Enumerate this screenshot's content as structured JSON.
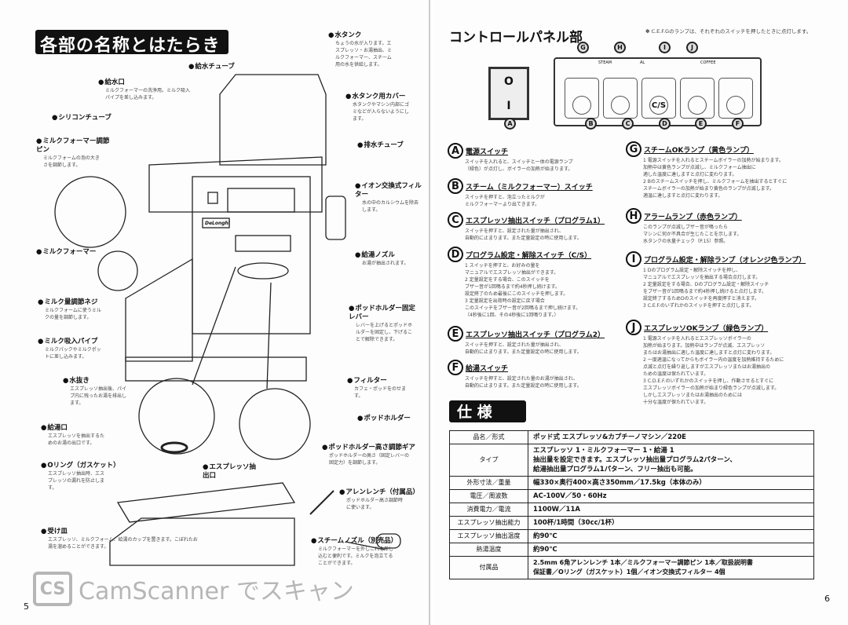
{
  "left": {
    "title": "各部の名称とはたらき",
    "page_number": "5",
    "labels": [
      {
        "name": "水タンク",
        "desc": "ちょうの水が入ります。エスプレッソ・お湯抽出、ミルクフォーマー、スチーム用の水を供給します。"
      },
      {
        "name": "給水チューブ",
        "desc": ""
      },
      {
        "name": "給水口",
        "desc": "ミルクフォーマーの洗浄用。ミルク吸入パイプを差し込みます。"
      },
      {
        "name": "シリコンチューブ",
        "desc": ""
      },
      {
        "name": "ミルクフォーマー調節ピン",
        "desc": "ミルクフォームの泡の大きさを調節します。"
      },
      {
        "name": "ミルクフォーマー",
        "desc": ""
      },
      {
        "name": "ミルク量調節ネジ",
        "desc": "ミルクフォームに使うミルクの量を調節します。"
      },
      {
        "name": "ミルク吸入パイプ",
        "desc": "ミルクパックやミルクポットに差し込みます。"
      },
      {
        "name": "水抜き",
        "desc": "エスプレッソ抽出後、パイプ内に残ったお湯を排出します。"
      },
      {
        "name": "給湯口",
        "desc": "エスプレッソを抽出するためのお湯の出口です。"
      },
      {
        "name": "Oリング（ガスケット）",
        "desc": "エスプレッソ抽出時、エスプレッソの漏れを防止します。"
      },
      {
        "name": "受け皿",
        "desc": "エスプレッソ、ミルクフォーム、給湯のカップを置きます。こぼれたお湯を溜めることができます。"
      },
      {
        "name": "水タンク用カバー",
        "desc": "水タンクやマシン内部にゴミなどが入らないようにします。"
      },
      {
        "name": "排水チューブ",
        "desc": ""
      },
      {
        "name": "イオン交換式フィルター",
        "desc": "水の中のカルシウムを除去します。"
      },
      {
        "name": "給湯ノズル",
        "desc": "お湯が抽出されます。"
      },
      {
        "name": "ポッドホルダー固定レバー",
        "desc": "レバーを上げるとポッドホルダーを固定し、下げることで解除できます。"
      },
      {
        "name": "フィルター",
        "desc": "カフェ・ポッドをのせます。"
      },
      {
        "name": "ポッドホルダー",
        "desc": ""
      },
      {
        "name": "ポッドホルダー高さ調節ギア",
        "desc": "ポッドホルダーの高さ（固定レバーの固定力）を調節します。"
      },
      {
        "name": "エスプレッソ抽出口",
        "desc": ""
      },
      {
        "name": "アレンレンチ（付属品）",
        "desc": "ポッドホルダー高さ調節時に使います。"
      },
      {
        "name": "スチームノズル（別売品）",
        "desc": "ミルクフォーマーを外しこれを差し込むと便利です。ミルクを泡立てることができます。"
      }
    ],
    "brand_plate": "DeLonghi",
    "watermark": {
      "logo": "CS",
      "text": "CamScanner でスキャン"
    }
  },
  "right": {
    "title": "コントロールパネル部",
    "note": "✽ C.E.F.Gのランプは、それぞれのスイッチを押したときに点灯します。",
    "page_number": "6",
    "switch": {
      "off": "O",
      "on": "I"
    },
    "panel_labels": {
      "steam": "STEAM",
      "al": "AL",
      "coffee": "COFFEE",
      "cs": "C/S"
    },
    "callouts": [
      "A",
      "B",
      "C",
      "D",
      "E",
      "F",
      "G",
      "H",
      "I",
      "J"
    ],
    "sections_left": [
      {
        "letter": "A",
        "title": "電源スイッチ",
        "body": "スイッチを入れると、スイッチと一体の電源ランプ\n（緑色）が点灯し、ボイラーの加熱が始まります。"
      },
      {
        "letter": "B",
        "title": "スチーム（ミルクフォーマー）スイッチ",
        "body": "スイッチを押すと、泡立ったミルクが\nミルクフォーマーより出てきます。"
      },
      {
        "letter": "C",
        "title": "エスプレッソ抽出スイッチ（プログラム1）",
        "body": "スイッチを押すと、設定された量が抽出され、\n自動的に止まります。また定量設定の時に使用します。"
      },
      {
        "letter": "D",
        "title": "プログラム設定・解除スイッチ（C/S）",
        "body": "1 スイッチを押すと、お好みの量を\n  マニュアルでエスプレッソ抽出ができます。\n2 定量設定をする場合、このスイッチを\n  ブザー音が1回鳴るまで約4秒押し続けます。\n  設定終了のため最後にこのスイッチを押します。\n3 定量設定を出荷時の設定に戻す場合\n  このスイッチをブザー音が2回鳴るまで押し続けます。\n  （4秒後に1回、その4秒後に1回鳴ります。）"
      },
      {
        "letter": "E",
        "title": "エスプレッソ抽出スイッチ（プログラム2）",
        "body": "スイッチを押すと、設定された量が抽出され、\n自動的に止まります。また定量設定の時に使用します。"
      },
      {
        "letter": "F",
        "title": "給湯スイッチ",
        "body": "スイッチを押すと、設定された量のお湯が抽出され、\n自動的に止まります。また定量設定の時に使用します。"
      }
    ],
    "sections_right": [
      {
        "letter": "G",
        "title": "スチームOKランプ（黄色ランプ）",
        "body": "1 電源スイッチを入れるとスチームボイラーの加熱が始まります。\n  加熱中は黄色ランプが点滅し、ミルクフォーム抽出に\n  適した温度に達しますと点灯に変わります。\n2 Bのスチームスイッチを押し、ミルクフォームを抽出するとすぐに\n  スチームボイラーの加熱が始まり黄色のランプが点滅します。\n  適温に達しますと点灯に変わります。"
      },
      {
        "letter": "H",
        "title": "アラームランプ（赤色ランプ）",
        "body": "このランプが点滅しブザー音が鳴ったら\nマシンに何か不具合が生じたことを示します。\n水タンクの水量チェック（P.15）参照。"
      },
      {
        "letter": "I",
        "title": "プログラム設定・解除ランプ（オレンジ色ランプ）",
        "body": "1 Dのプログラム設定・解除スイッチを押し、\n  マニュアルでエスプレッソを抽出する場合点灯します。\n2 定量設定をする場合、Dのプログラム設定・解除スイッチ\n  をブザー音が1回鳴るまで約4秒押し続けると点灯します。\n  設定終了するためDのスイッチを再度押すと消えます。\n3 C.E.F.のいずれかのスイッチを押すと点灯します。"
      },
      {
        "letter": "J",
        "title": "エスプレッソOKランプ（緑色ランプ）",
        "body": "1 電源スイッチを入れるとエスプレッソボイラーの\n  加熱が始まります。加熱中はランプが点滅、エスプレッソ\n  またはお湯抽出に適した温度に達しますと点灯に変わります。\n2 一度適温になってからもボイラー内の温度を加熱維持するために\n  点滅と点灯を繰り返しますがエスプレッソまたはお湯抽出の\n  ための温度は保たれています。\n3 C.D.E.F.のいずれかのスイッチを押し、作動させるとすぐに\n  エスプレッソボイラーの加熱が始まり緑色ランプが点滅します。\n  しかしエスプレッソまたはお湯抽出のためには\n  十分な温度が保たれています。"
      }
    ],
    "spec_title": "仕 様",
    "spec_rows": [
      {
        "key": "品名／形式",
        "value": "ポッド式 エスプレッソ&カプチーノマシン／220E"
      },
      {
        "key": "タイプ",
        "value": "エスプレッソ 1・ミルクフォーマー 1・給湯 1\n抽出量を設定できます。エスプレッソ抽出量プログラム2パターン、\n給湯抽出量プログラム1パターン、フリー抽出も可能。"
      },
      {
        "key": "外形寸法／重量",
        "value": "幅330×奥行400×高さ350mm／17.5kg（本体のみ）"
      },
      {
        "key": "電圧／周波数",
        "value": "AC-100V／50・60Hz"
      },
      {
        "key": "消費電力／電流",
        "value": "1100W／11A"
      },
      {
        "key": "エスプレッソ抽出能力",
        "value": "100杯/1時間（30cc/1杯）"
      },
      {
        "key": "エスプレッソ抽出温度",
        "value": "約90℃"
      },
      {
        "key": "熱湯温度",
        "value": "約90℃"
      },
      {
        "key": "付属品",
        "value": "2.5mm 6角アレンレンチ 1本／ミルクフォーマー調節ピン 1本／取扱説明書\n保証書／Oリング（ガスケット）1個／イオン交換式フィルター 4個"
      }
    ]
  }
}
